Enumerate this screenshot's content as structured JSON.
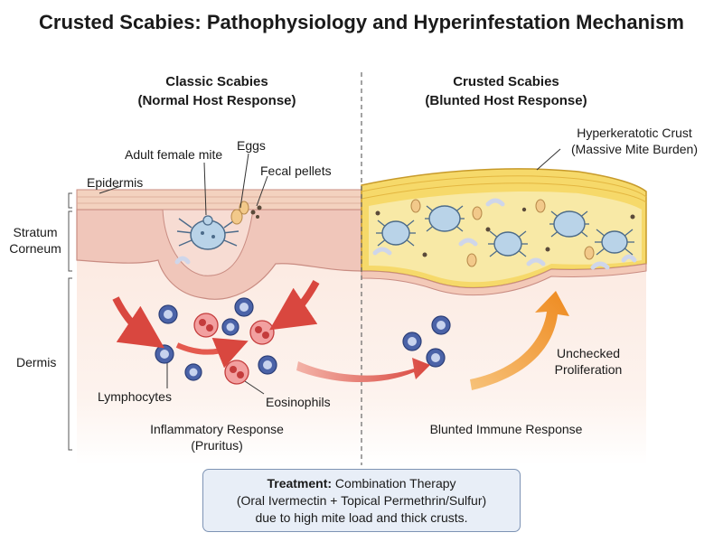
{
  "title": "Crusted Scabies: Pathophysiology and Hyperinfestation Mechanism",
  "left_panel": {
    "heading_line1": "Classic Scabies",
    "heading_line2": "(Normal Host Response)",
    "labels": {
      "mite": "Adult female mite",
      "eggs": "Eggs",
      "fecal": "Fecal pellets",
      "lymphocytes": "Lymphocytes",
      "eosinophils": "Eosinophils"
    },
    "response_line1": "Inflammatory Response",
    "response_line2": "(Pruritus)"
  },
  "right_panel": {
    "heading_line1": "Crusted Scabies",
    "heading_line2": "(Blunted Host Response)",
    "crust_line1": "Hyperkeratotic Crust",
    "crust_line2": "(Massive Mite Burden)",
    "proliferation_line1": "Unchecked",
    "proliferation_line2": "Proliferation",
    "response": "Blunted Immune Response"
  },
  "layers": {
    "epidermis": "Epidermis",
    "stratum_line1": "Stratum",
    "stratum_line2": "Corneum",
    "dermis": "Dermis"
  },
  "treatment": {
    "bold": "Treatment:",
    "line1_rest": " Combination Therapy",
    "line2": "(Oral Ivermectin + Topical Permethrin/Sulfur)",
    "line3": "due to high mite load and thick crusts."
  },
  "colors": {
    "skin_surface": "#f3d2bf",
    "stratum": "#f0c6ba",
    "dermis": "#fbe9e1",
    "crust": "#f6d96a",
    "mite": "#b9d3e8",
    "lymphocyte": "#4b63a8",
    "eosinophil": "#d94d4d",
    "red_arrow": "#d9473f",
    "orange_arrow": "#f09a30",
    "treatment_bg": "#e8eef7"
  }
}
